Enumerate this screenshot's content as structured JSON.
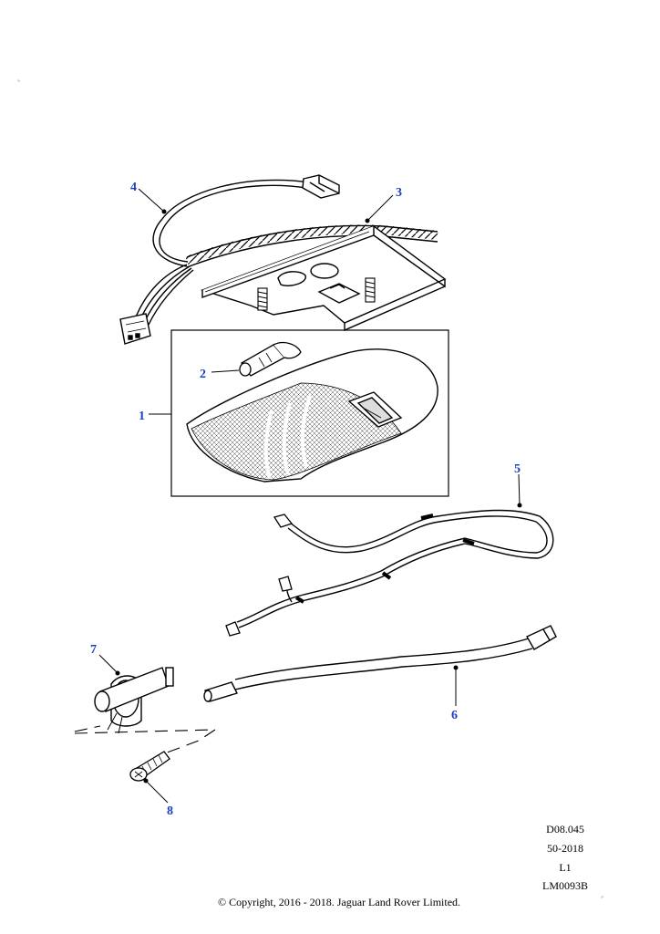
{
  "callouts": {
    "c1": "1",
    "c2": "2",
    "c3": "3",
    "c4": "4",
    "c5": "5",
    "c6": "6",
    "c7": "7",
    "c8": "8"
  },
  "info": {
    "code": "D08.045",
    "date": "50-2018",
    "level": "L1",
    "ref": "LM0093B"
  },
  "copyright": "© Copyright, 2016 - 2018. Jaguar Land Rover Limited.",
  "colors": {
    "callout": "#1a3fbf",
    "line": "#000000"
  }
}
